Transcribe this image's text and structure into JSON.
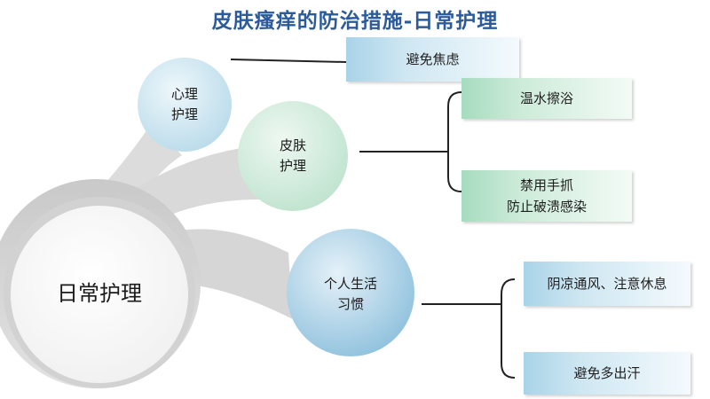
{
  "title": "皮肤瘙痒的防治措施-日常护理",
  "center": {
    "label": "日常护理"
  },
  "branches": [
    {
      "label_lines": [
        "心理",
        "护理"
      ],
      "items": [
        {
          "lines": [
            "避免焦虑"
          ]
        }
      ]
    },
    {
      "label_lines": [
        "皮肤",
        "护理"
      ],
      "items": [
        {
          "lines": [
            "温水擦浴"
          ]
        },
        {
          "lines": [
            "禁用手抓",
            "防止破溃感染"
          ]
        }
      ]
    },
    {
      "label_lines": [
        "个人生活",
        "习惯"
      ],
      "items": [
        {
          "lines": [
            "阴凉通风、注意休息"
          ]
        },
        {
          "lines": [
            "避免多出汗"
          ]
        }
      ]
    }
  ],
  "colors": {
    "title": "#2c5b9b",
    "blue_box": "#a9d3e8",
    "green_box": "#a6dcbf",
    "center_ring": "#c8c8c8",
    "connector": "#d8d8d8"
  }
}
